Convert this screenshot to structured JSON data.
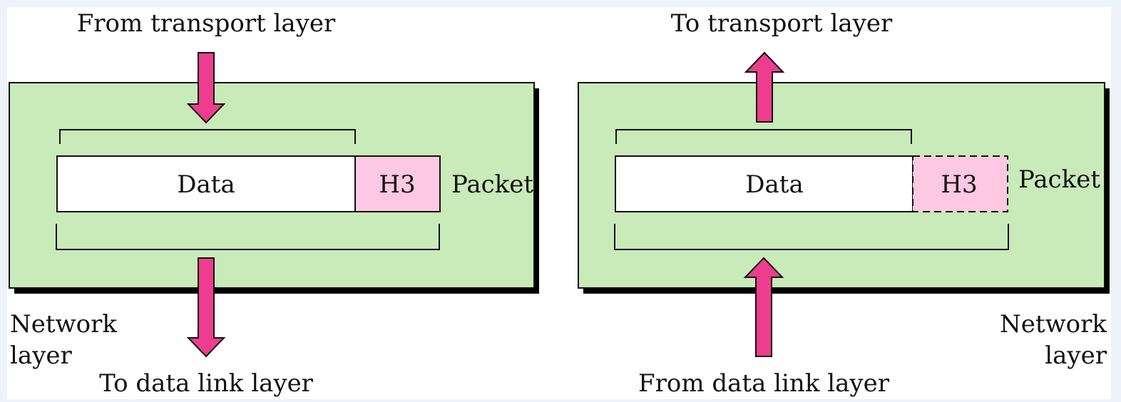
{
  "colors": {
    "panel": "#c9eab9",
    "header": "#fcc8e4",
    "arrow": "#ee3d8f",
    "shadow": "#000000",
    "stroke": "#111111"
  },
  "sender": {
    "top_label": "From transport layer",
    "bottom_label": "To data link layer",
    "data_label": "Data",
    "header_label": "H3",
    "packet_label": "Packet",
    "layer_label_line1": "Network",
    "layer_label_line2": "layer"
  },
  "receiver": {
    "top_label": "To transport layer",
    "bottom_label": "From data link layer",
    "data_label": "Data",
    "header_label": "H3",
    "packet_label": "Packet",
    "layer_label_line1": "Network",
    "layer_label_line2": "layer"
  }
}
